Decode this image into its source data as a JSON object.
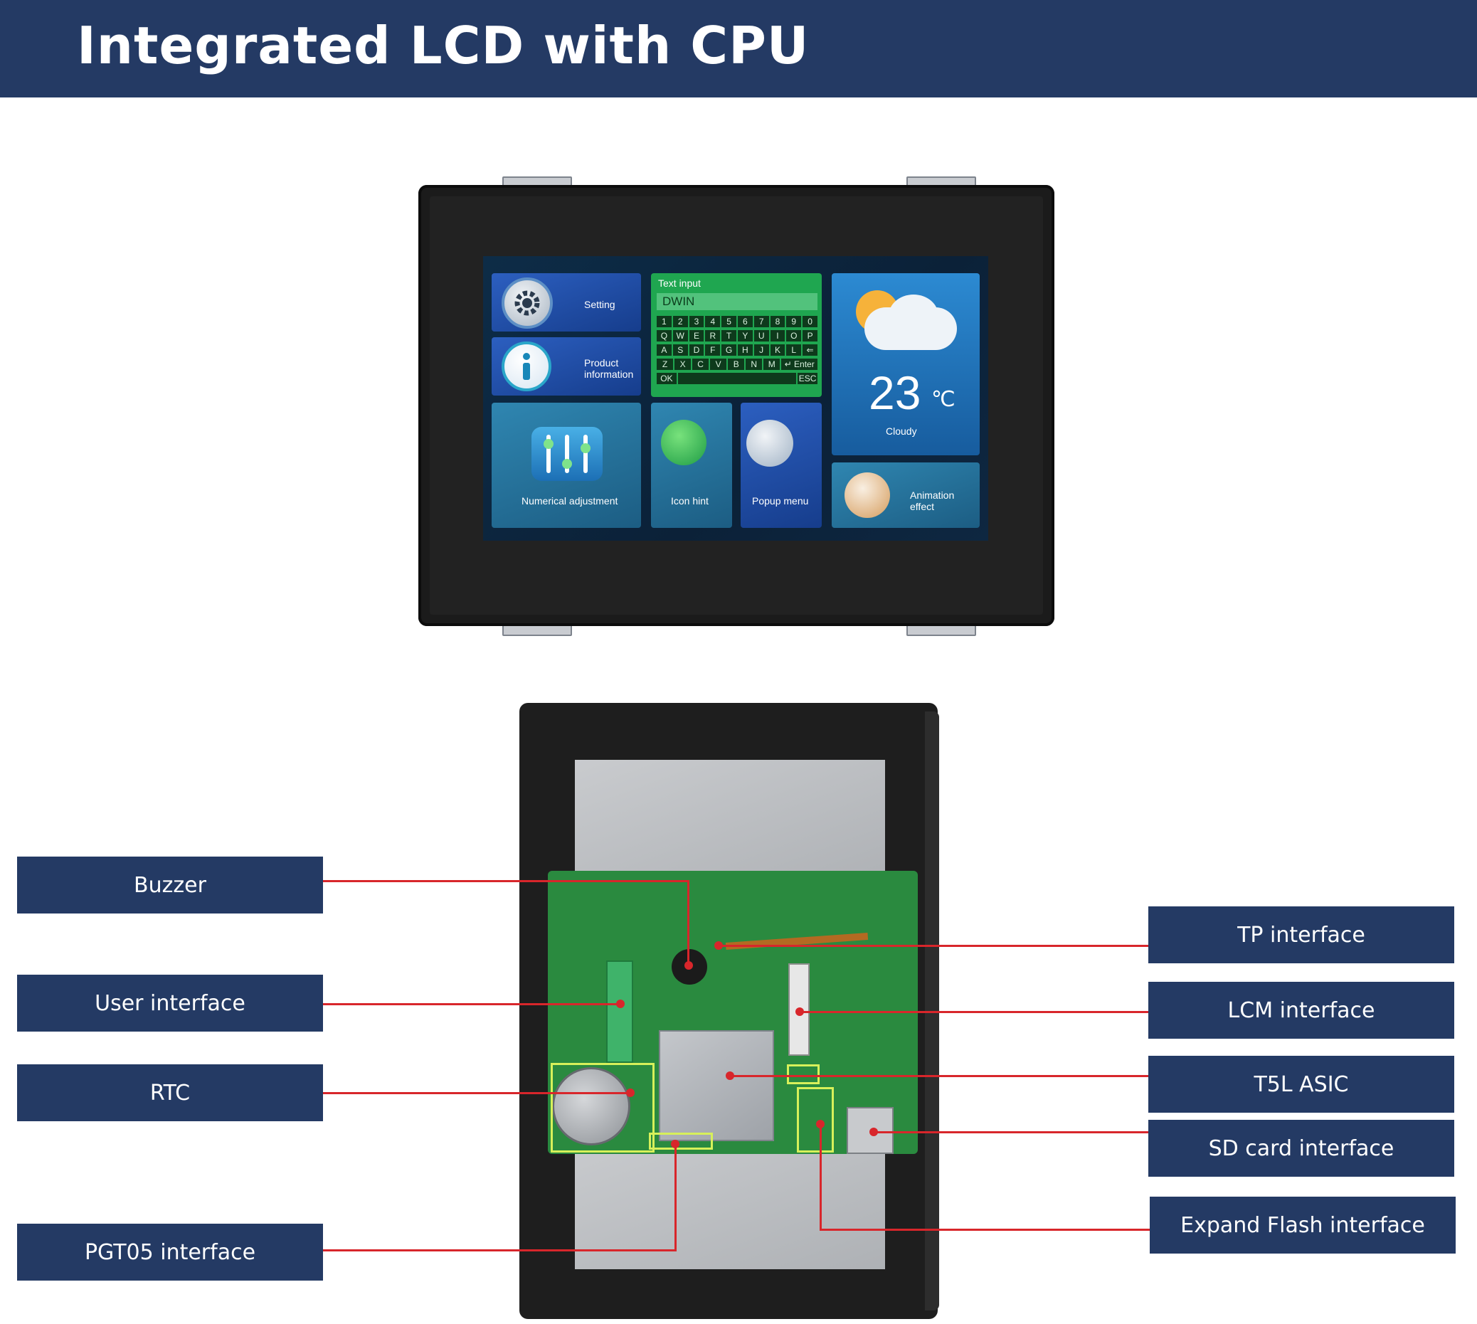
{
  "header": {
    "title": "Integrated LCD with CPU"
  },
  "screen_ui": {
    "tiles": {
      "setting": "Setting",
      "product_info": "Product\ninformation",
      "text_input": "Text input",
      "input_value": "DWIN",
      "numerical": "Numerical adjustment",
      "icon_hint": "Icon hint",
      "popup_menu": "Popup menu",
      "animation": "Animation\neffect",
      "temperature": "23",
      "temp_unit": "℃",
      "weather": "Cloudy"
    },
    "keyboard": {
      "row1": [
        "1",
        "2",
        "3",
        "4",
        "5",
        "6",
        "7",
        "8",
        "9",
        "0"
      ],
      "row2": [
        "Q",
        "W",
        "E",
        "R",
        "T",
        "Y",
        "U",
        "I",
        "O",
        "P"
      ],
      "row3": [
        "A",
        "S",
        "D",
        "F",
        "G",
        "H",
        "J",
        "K",
        "L",
        "⇐"
      ],
      "row4": [
        "Z",
        "X",
        "C",
        "V",
        "B",
        "N",
        "M",
        "↵ Enter"
      ],
      "row5": [
        "OK",
        "",
        "ESC"
      ]
    }
  },
  "callouts": {
    "buzzer": "Buzzer",
    "user_interface": "User interface",
    "rtc": "RTC",
    "pgt05": "PGT05 interface",
    "tp": "TP interface",
    "lcm": "LCM interface",
    "t5l": "T5L ASIC",
    "sd_card": "SD card interface",
    "expand_flash": "Expand Flash interface"
  },
  "colors": {
    "label_bg": "#243a64",
    "callout_line": "#d8262b",
    "highlight": "#d7f05a"
  }
}
